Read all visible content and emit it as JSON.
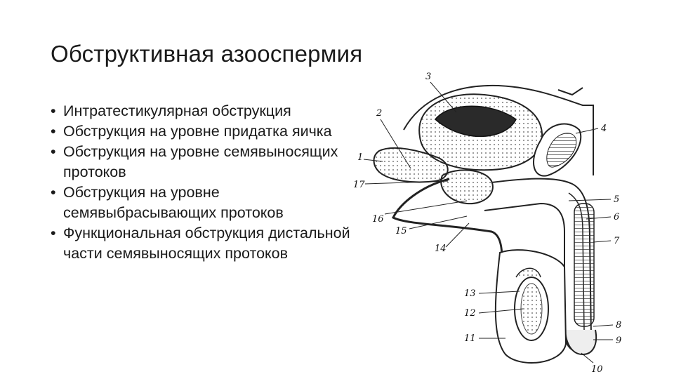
{
  "slide": {
    "title": "Обструктивная азооспермия",
    "bullets": [
      "Интратестикулярная обструкция",
      "Обструкция на уровне придатка яичка",
      "Обструкция на уровне семявыносящих протоков",
      "Обструкция на уровне семявыбрасывающих протоков",
      "Функциональная обструкция дистальной части семявыносящих протоков"
    ]
  },
  "figure": {
    "labels": [
      "1",
      "2",
      "3",
      "4",
      "5",
      "6",
      "7",
      "8",
      "9",
      "10",
      "11",
      "12",
      "13",
      "14",
      "15",
      "16",
      "17"
    ]
  }
}
